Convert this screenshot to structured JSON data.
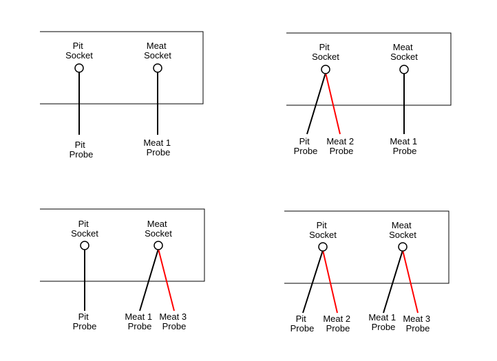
{
  "panels": [
    {
      "pit_socket": [
        "Pit",
        "Socket"
      ],
      "meat_socket": [
        "Meat",
        "Socket"
      ],
      "probes": [
        [
          "Pit",
          "Probe"
        ],
        [
          "Meat 1",
          "Probe"
        ]
      ]
    },
    {
      "pit_socket": [
        "Pit",
        "Socket"
      ],
      "meat_socket": [
        "Meat",
        "Socket"
      ],
      "probes": [
        [
          "Pit",
          "Probe"
        ],
        [
          "Meat 2",
          "Probe"
        ],
        [
          "Meat 1",
          "Probe"
        ]
      ]
    },
    {
      "pit_socket": [
        "Pit",
        "Socket"
      ],
      "meat_socket": [
        "Meat",
        "Socket"
      ],
      "probes": [
        [
          "Pit",
          "Probe"
        ],
        [
          "Meat 1",
          "Probe"
        ],
        [
          "Meat 3",
          "Probe"
        ]
      ]
    },
    {
      "pit_socket": [
        "Pit",
        "Socket"
      ],
      "meat_socket": [
        "Meat",
        "Socket"
      ],
      "probes": [
        [
          "Pit",
          "Probe"
        ],
        [
          "Meat 2",
          "Probe"
        ],
        [
          "Meat 1",
          "Probe"
        ],
        [
          "Meat 3",
          "Probe"
        ]
      ]
    }
  ],
  "colors": {
    "line": "#000000",
    "split_wire": "#ff0000"
  }
}
